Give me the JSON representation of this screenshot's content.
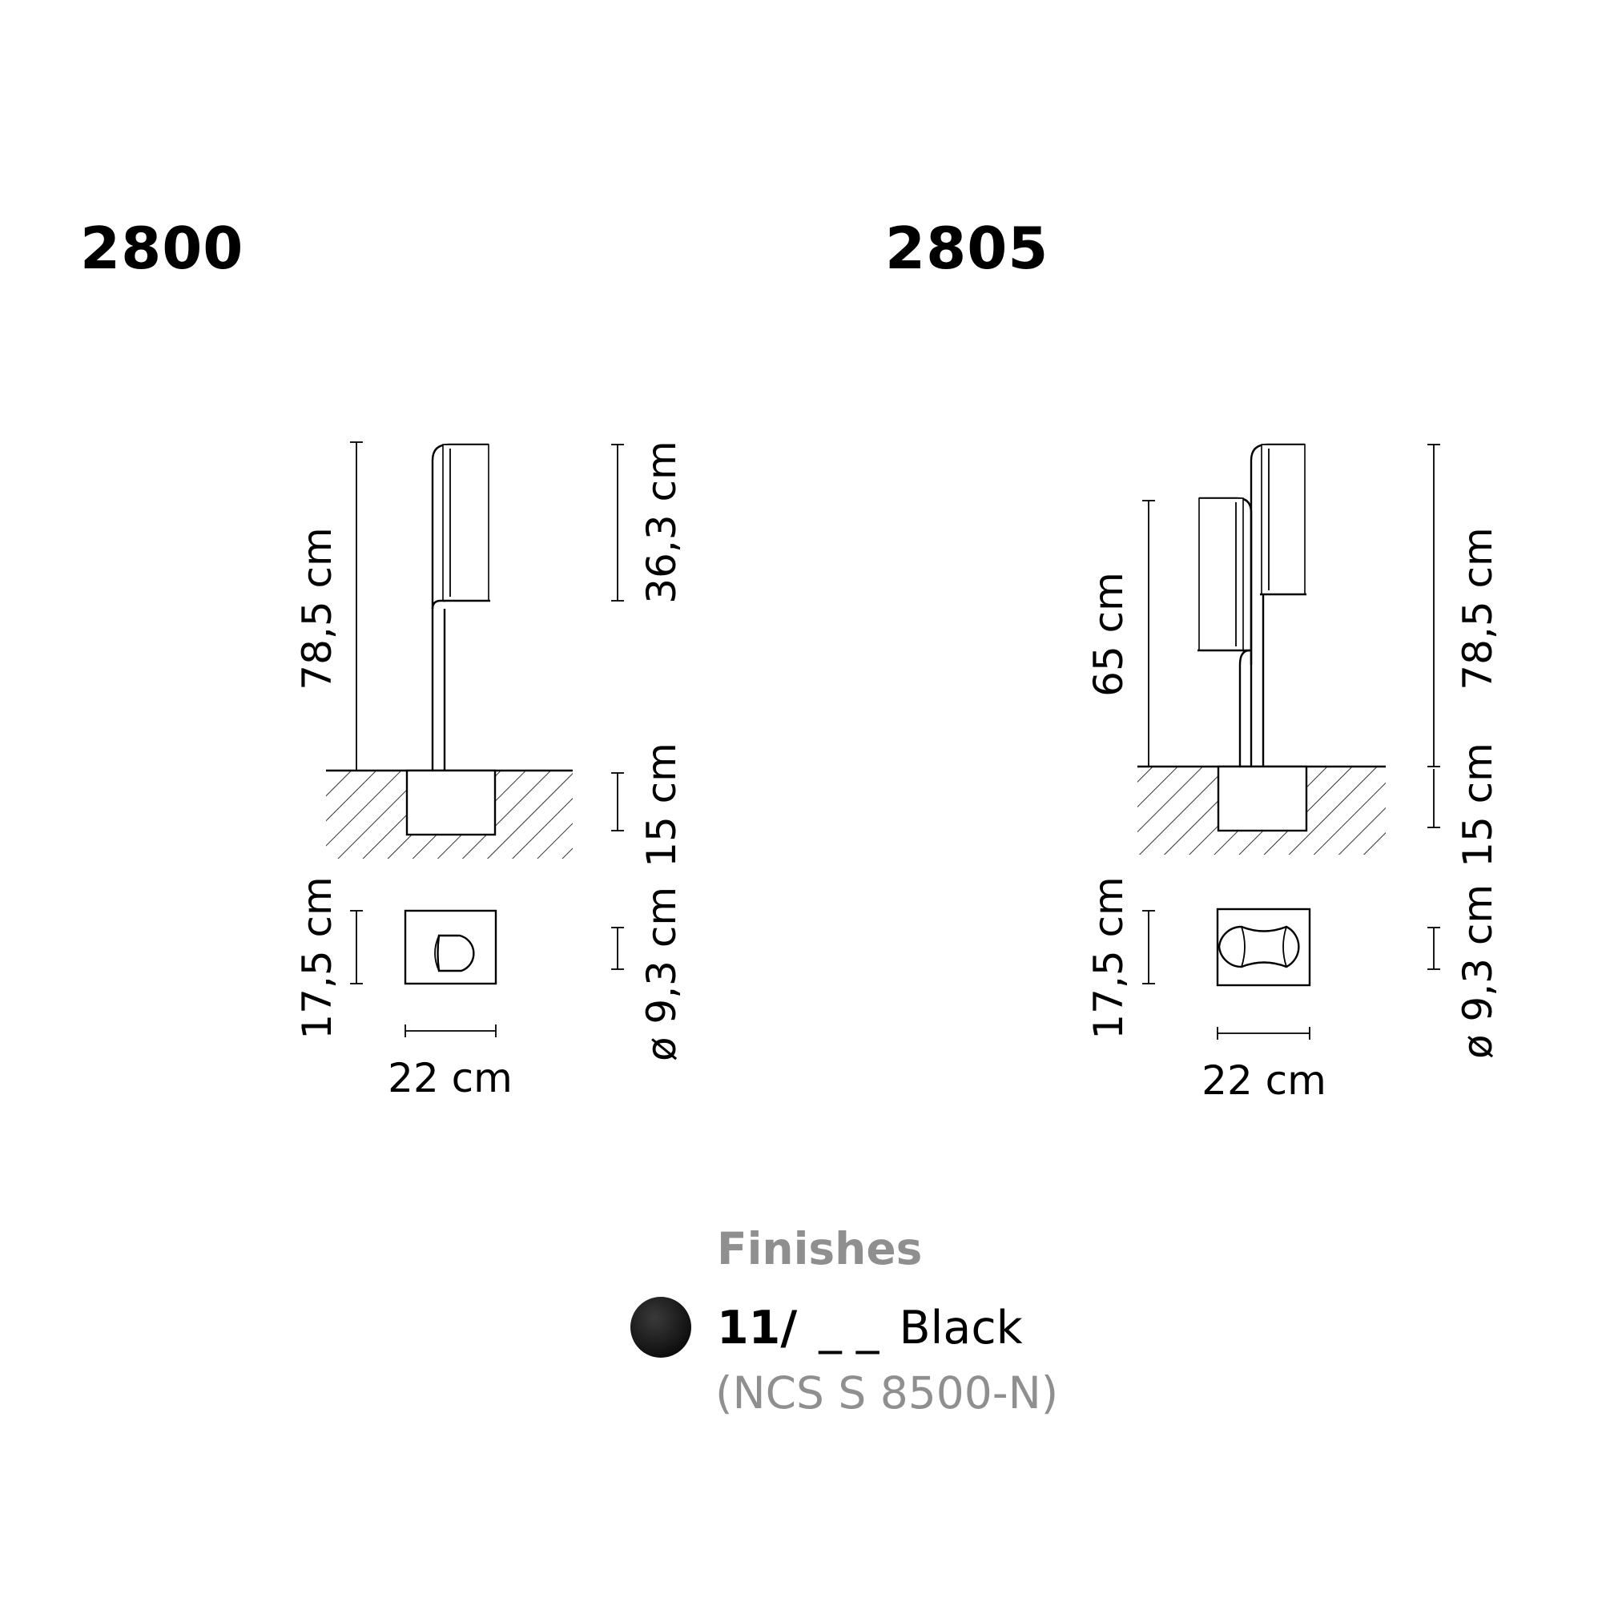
{
  "models": [
    {
      "name": "2800",
      "dims": {
        "height": "78,5 cm",
        "shade": "36,3 cm",
        "base_depth": "15 cm",
        "base_top_height": "17,5 cm",
        "base_top_width": "22 cm",
        "hole_diameter": "ø 9,3 cm"
      }
    },
    {
      "name": "2805",
      "dims": {
        "height_short": "65 cm",
        "height": "78,5 cm",
        "base_depth": "15 cm",
        "base_top_height": "17,5 cm",
        "base_top_width": "22 cm",
        "hole_diameter": "ø 9,3 cm"
      }
    }
  ],
  "finishes": {
    "title": "Finishes",
    "items": [
      {
        "code": "11/",
        "blanks": "_ _",
        "name": "Black",
        "ncs": "(NCS S 8500-N)",
        "swatch_color": "#111111"
      }
    ]
  }
}
